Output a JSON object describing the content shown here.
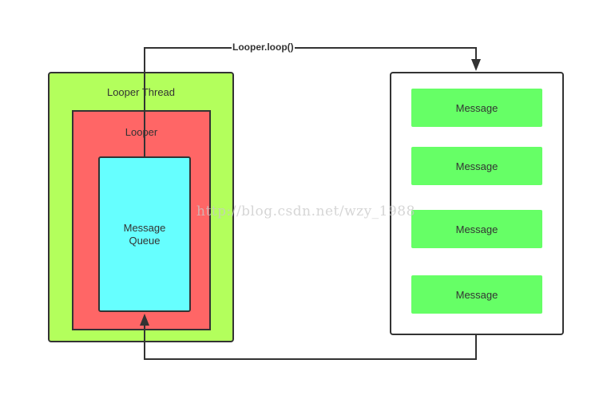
{
  "diagram": {
    "looper_thread": {
      "label": "Looper Thread",
      "color": "#b3ff5c"
    },
    "looper": {
      "label": "Looper",
      "color": "#ff6666"
    },
    "message_queue": {
      "label_line1": "Message",
      "label_line2": "Queue",
      "color": "#66ffff"
    },
    "messages": [
      {
        "label": "Message"
      },
      {
        "label": "Message"
      },
      {
        "label": "Message"
      },
      {
        "label": "Message"
      }
    ],
    "message_color": "#66ff66",
    "edges": {
      "loop_label": "Looper.loop()"
    },
    "stroke_color": "#333333"
  },
  "watermark": "http://blog.csdn.net/wzy_1988"
}
